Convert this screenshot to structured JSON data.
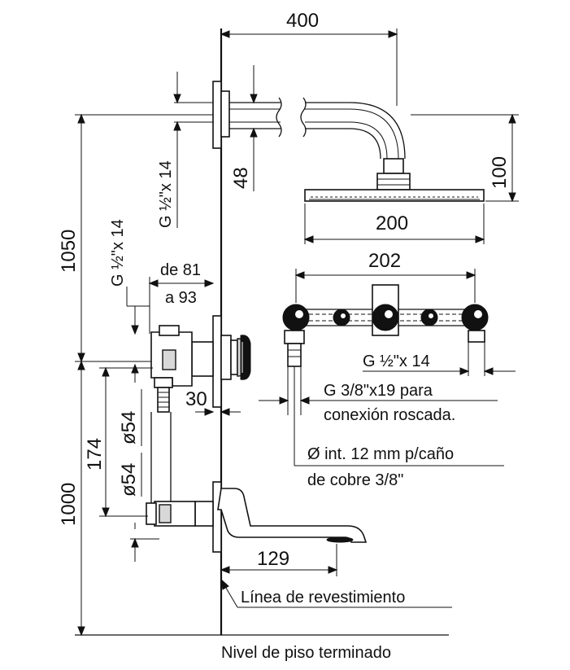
{
  "dimensions": {
    "d400": "400",
    "d100": "100",
    "d48": "48",
    "d200": "200",
    "d1050": "1050",
    "d202": "202",
    "de81": "de 81",
    "a93": "a 93",
    "d30": "30",
    "d174": "174",
    "d54a": "ø54",
    "d54b": "ø54",
    "d1000": "1000",
    "d129": "129"
  },
  "labels": {
    "thread_top": "G ½\"x 14",
    "thread_left": "G ½\"x 14",
    "thread_right": "G ½\"x 14",
    "connection_line1": "G 3/8\"x19 para",
    "connection_line2": "conexión roscada.",
    "copper_line1": "Ø int. 12 mm p/caño",
    "copper_line2": "de cobre 3/8\"",
    "lining_line": "Línea de revestimiento",
    "floor_level": "Nivel de piso terminado"
  }
}
